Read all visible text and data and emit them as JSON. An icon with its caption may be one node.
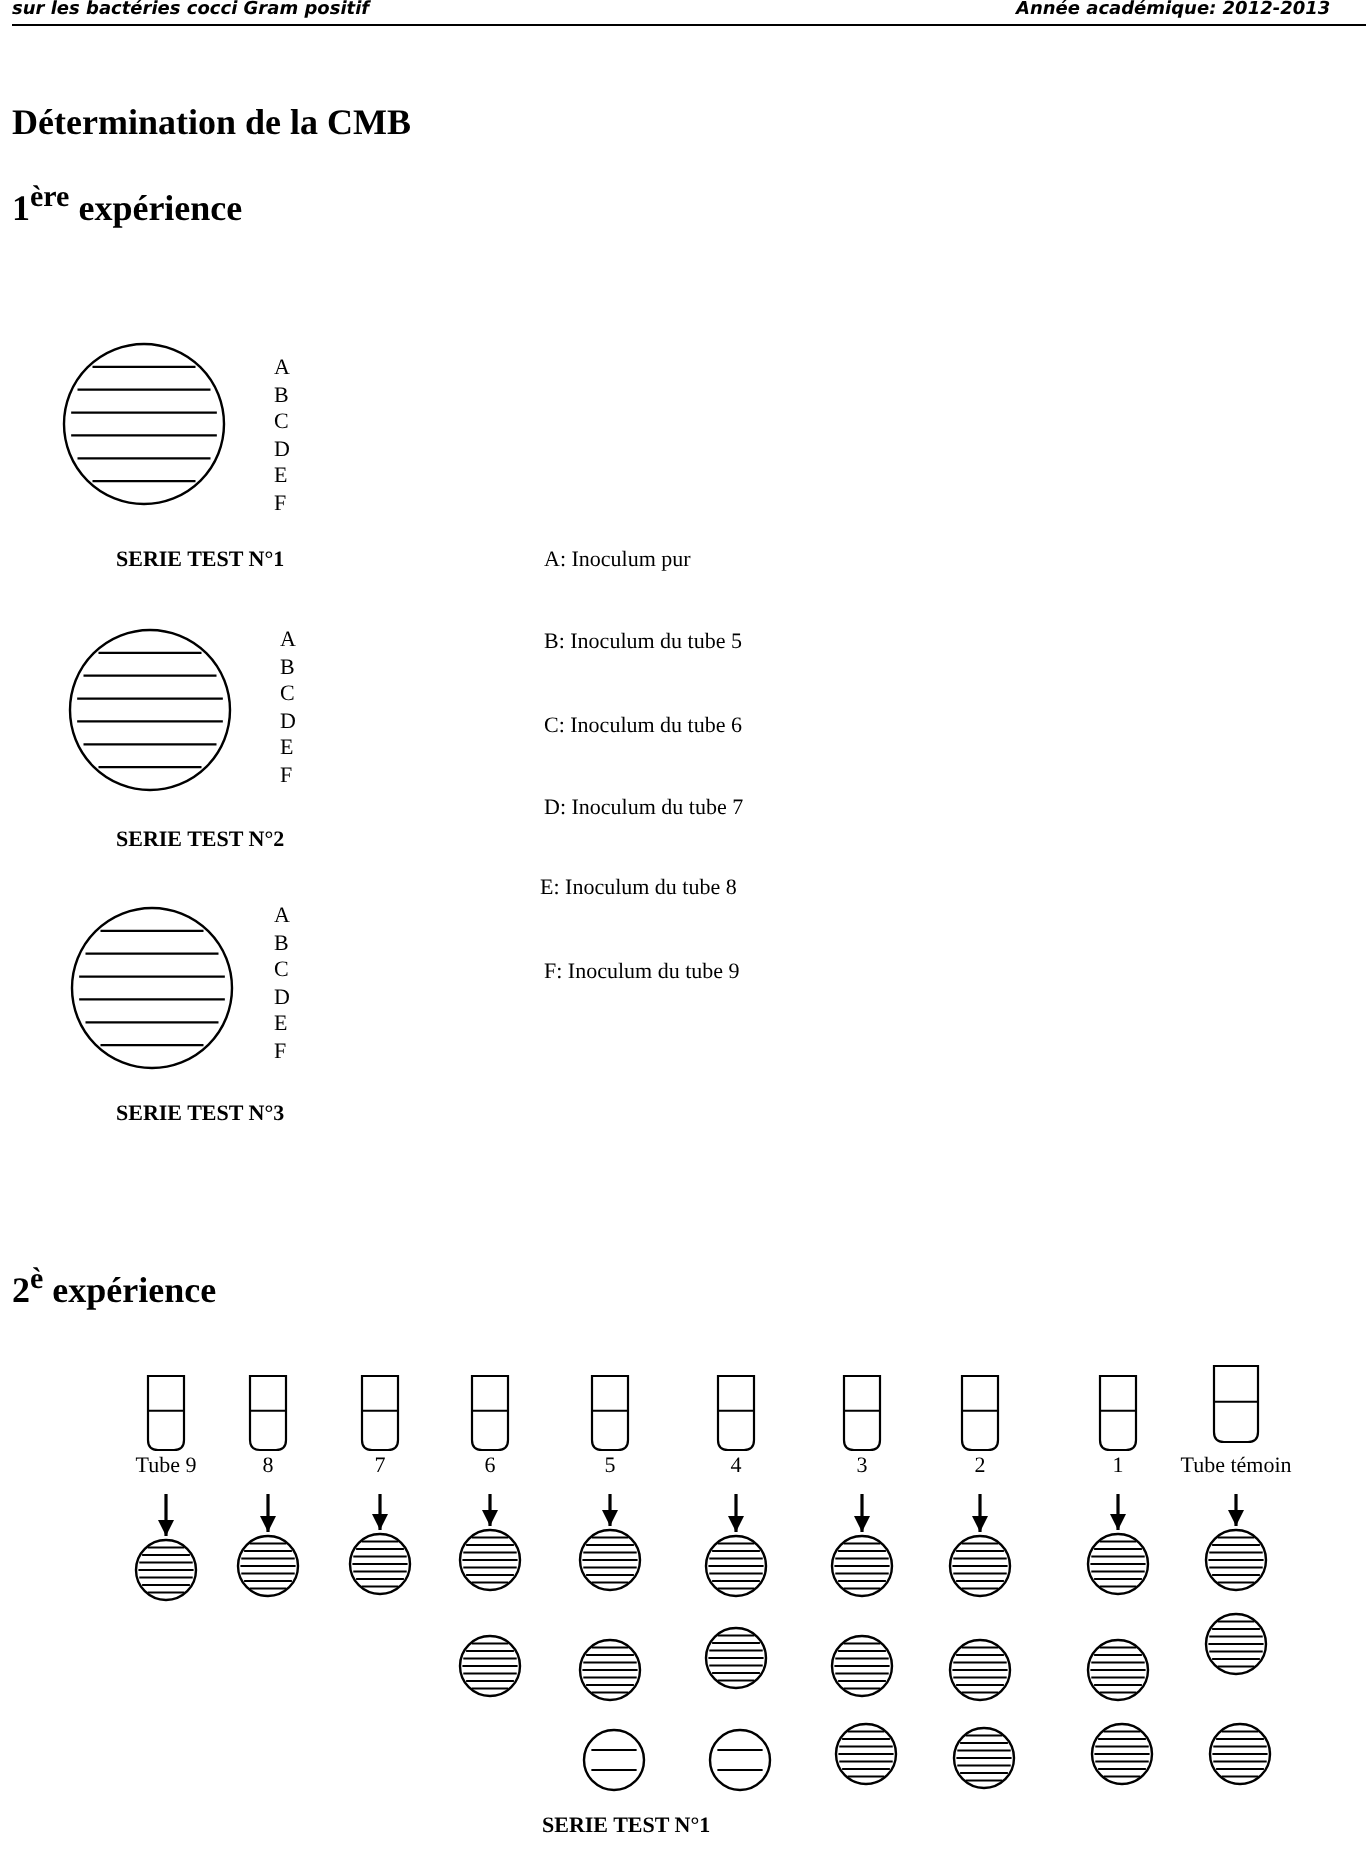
{
  "diagram": {
    "title": "Détermination de la CMB",
    "nodes": [
      {
        "text": [],
        "shape": "circle",
        "beside": [
          "A",
          "B",
          "C",
          "D",
          "E",
          "F",
          "SERIE TEST N°1"
        ]
      },
      {
        "text": [],
        "shape": "circle",
        "beside": [
          "A",
          "B",
          "C",
          "D",
          "E",
          "F",
          "SERIE TEST N°2"
        ]
      },
      {
        "text": [],
        "shape": "circle",
        "beside": [
          "A",
          "B",
          "C",
          "D",
          "E",
          "F",
          "SERIE TEST N°3"
        ]
      },
      {
        "text": [
          "Tube 9"
        ]
      },
      {
        "text": [
          "8"
        ]
      },
      {
        "text": [
          "7"
        ]
      },
      {
        "text": [
          "6"
        ]
      },
      {
        "text": [
          "5"
        ]
      },
      {
        "text": [
          "4"
        ]
      },
      {
        "text": [
          "3"
        ]
      },
      {
        "text": [
          "2"
        ]
      },
      {
        "text": [
          "1"
        ]
      },
      {
        "text": [
          "Tube témoin"
        ]
      },
      {
        "text": [],
        "shape": "circle"
      },
      {
        "text": [],
        "shape": "circle"
      },
      {
        "text": [],
        "shape": "circle"
      },
      {
        "text": [],
        "shape": "circle"
      },
      {
        "text": [],
        "shape": "circle"
      },
      {
        "text": [],
        "shape": "circle"
      },
      {
        "text": [],
        "shape": "circle"
      },
      {
        "text": [],
        "shape": "circle"
      },
      {
        "text": [],
        "shape": "circle"
      },
      {
        "text": [],
        "shape": "circle"
      },
      {
        "text": [],
        "shape": "circle"
      },
      {
        "text": [],
        "shape": "circle"
      },
      {
        "text": [],
        "shape": "circle"
      },
      {
        "text": [],
        "shape": "circle"
      },
      {
        "text": [],
        "shape": "circle"
      },
      {
        "text": [],
        "shape": "circle"
      },
      {
        "text": [],
        "shape": "circle"
      },
      {
        "text": [],
        "shape": "circle"
      },
      {
        "text": [],
        "shape": "circle"
      },
      {
        "text": [],
        "shape": "circle"
      },
      {
        "text": [],
        "shape": "circle"
      },
      {
        "text": [],
        "shape": "circle"
      },
      {
        "text": [],
        "shape": "circle"
      }
    ],
    "edges": [
      {
        "from": 3,
        "to": 13,
        "arrow": "to"
      },
      {
        "from": 4,
        "to": 14,
        "arrow": "to"
      },
      {
        "from": 5,
        "to": 15,
        "arrow": "to"
      },
      {
        "from": 6,
        "to": 16,
        "arrow": "to"
      },
      {
        "from": 7,
        "to": 17,
        "arrow": "to"
      },
      {
        "from": 8,
        "to": 18,
        "arrow": "to"
      },
      {
        "from": 9,
        "to": 19,
        "arrow": "to"
      },
      {
        "from": 10,
        "to": 20,
        "arrow": "to"
      },
      {
        "from": 11,
        "to": 21,
        "arrow": "to"
      },
      {
        "from": 12,
        "to": 22,
        "arrow": "to"
      }
    ],
    "labels": [
      "sur les bactéries cocci Gram positif",
      "Année académique: 2012-2013",
      "1$^{ère}$ expérience",
      "A: Inoculum pur",
      "B: Inoculum du tube 5",
      "C: Inoculum du tube 6",
      "D: Inoculum du tube 7",
      "E: Inoculum du tube 8",
      "F: Inoculum du tube 9",
      "2$^{è}$ expérience",
      "SERIE TEST N°1"
    ]
  }
}
